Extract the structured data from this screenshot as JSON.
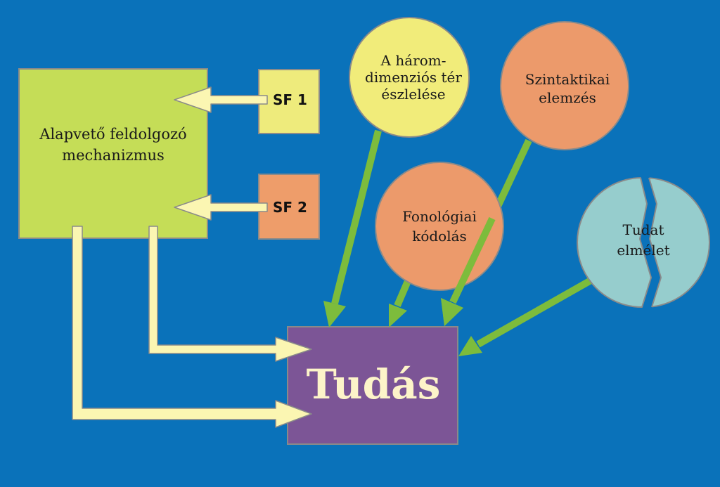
{
  "main_box": {
    "lines": [
      "Alapvető feldolgozó",
      "mechanizmus"
    ],
    "color": "#c5dd57"
  },
  "sf1": {
    "label": "SF 1",
    "color": "#eeeb7c"
  },
  "sf2": {
    "label": "SF 2",
    "color": "#ee9d6a"
  },
  "circles": {
    "harom": {
      "lines": [
        "A három-",
        "dimenziós tér",
        "észlelése"
      ],
      "color": "#f1ec7a"
    },
    "szintaktikai": {
      "lines": [
        "Szintaktikai",
        "elemzés"
      ],
      "color": "#ec9a6b"
    },
    "fonologiai": {
      "lines": [
        "Fonológiai",
        "kódolás"
      ],
      "color": "#ec9a6b"
    },
    "tudat": {
      "lines": [
        "Tudat",
        "elmélet"
      ],
      "color": "#96cdcd"
    }
  },
  "tudas": {
    "label": "Tudás",
    "color": "#7c5596"
  },
  "colors": {
    "background": "#0a72ba",
    "green_arrow": "#7dbc3c",
    "cream_arrow": "#fbf6b2",
    "outline": "#8a8a8a"
  }
}
